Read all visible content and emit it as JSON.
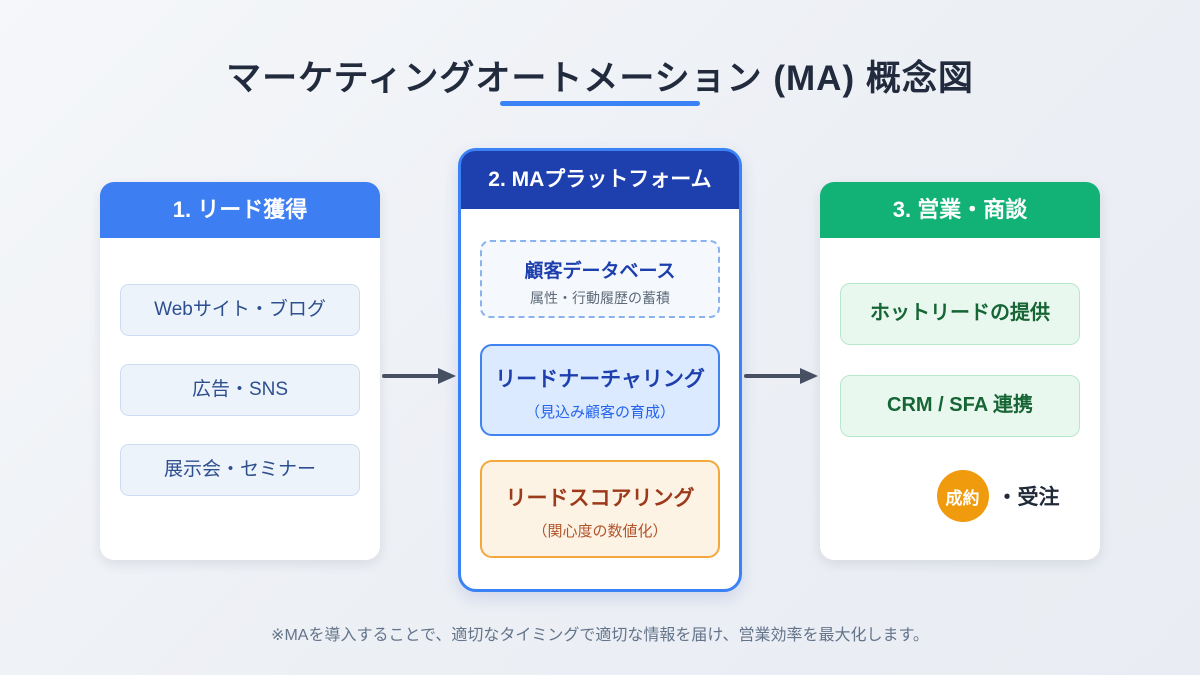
{
  "title": "マーケティングオートメーション (MA) 概念図",
  "columns": [
    {
      "header": "1. リード獲得",
      "items": [
        {
          "title": "Webサイト・ブログ"
        },
        {
          "title": "広告・SNS"
        },
        {
          "title": "展示会・セミナー"
        }
      ]
    },
    {
      "header": "2. MAプラットフォーム",
      "items": [
        {
          "title": "顧客データベース",
          "subtitle": "属性・行動履歴の蓄積"
        },
        {
          "title": "リードナーチャリング",
          "subtitle": "（見込み顧客の育成）"
        },
        {
          "title": "リードスコアリング",
          "subtitle": "（関心度の数値化）"
        }
      ]
    },
    {
      "header": "3. 営業・商談",
      "items": [
        {
          "title": "ホットリードの提供"
        },
        {
          "title": "CRM / SFA 連携"
        }
      ],
      "result": {
        "badge": "成約",
        "label": "・受注"
      }
    }
  ],
  "footer_note": "※MAを導入することで、適切なタイミングで適切な情報を届け、営業効率を最大化します。",
  "colors": {
    "background": "#eceff4",
    "title_text": "#212b3d",
    "title_underline": "#3b82f6",
    "lead_header_blue": "#3d7ef2",
    "platform_header_blue": "#1e40af",
    "platform_border_blue": "#3b82f6",
    "sales_header_green": "#12b176",
    "lead_item_bg": "#edf3fb",
    "lead_item_text": "#2d4f8e",
    "nurture_bg": "#dbeafe",
    "scoring_bg": "#fdf3e4",
    "scoring_border": "#f3a83c",
    "scoring_text": "#9c3a1b",
    "green_item_bg": "#e9f8ef",
    "green_item_text": "#166534",
    "badge_orange": "#f09b0d",
    "arrow": "#475063",
    "footer_text": "#64748b"
  }
}
